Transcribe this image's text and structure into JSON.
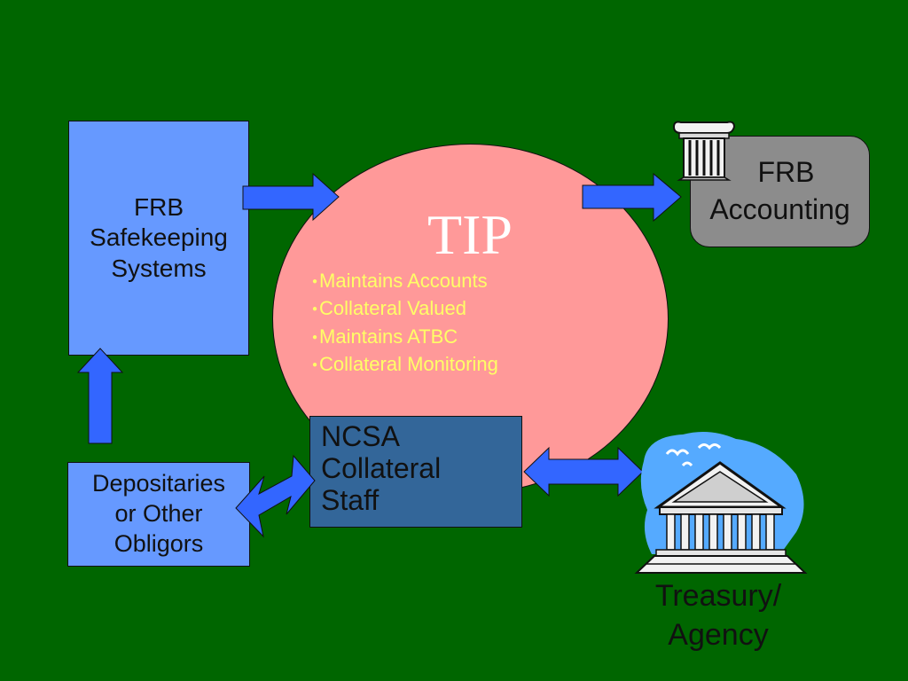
{
  "safekeeping": {
    "lines": [
      "FRB",
      "Safekeeping",
      "Systems"
    ]
  },
  "depositaries": {
    "lines": [
      "Depositaries",
      "or Other",
      "Obligors"
    ]
  },
  "accounting": {
    "lines": [
      "FRB",
      "Accounting"
    ]
  },
  "tip": {
    "title": "TIP",
    "bullets": [
      "Maintains Accounts",
      "Collateral Valued",
      "Maintains ATBC",
      "Collateral Monitoring"
    ]
  },
  "ncsa": {
    "lines": [
      "NCSA",
      "Collateral",
      "Staff"
    ]
  },
  "treasury": {
    "lines": [
      "Treasury/",
      "Agency"
    ]
  },
  "colors": {
    "background": "#006600",
    "arrow": "#3366ff",
    "tip_circle": "#ff9999",
    "ncsa_box": "#336699",
    "frb_boxes": "#6699ff",
    "accounting_box": "#8c8c8c",
    "bullet_text": "#ffff66"
  }
}
